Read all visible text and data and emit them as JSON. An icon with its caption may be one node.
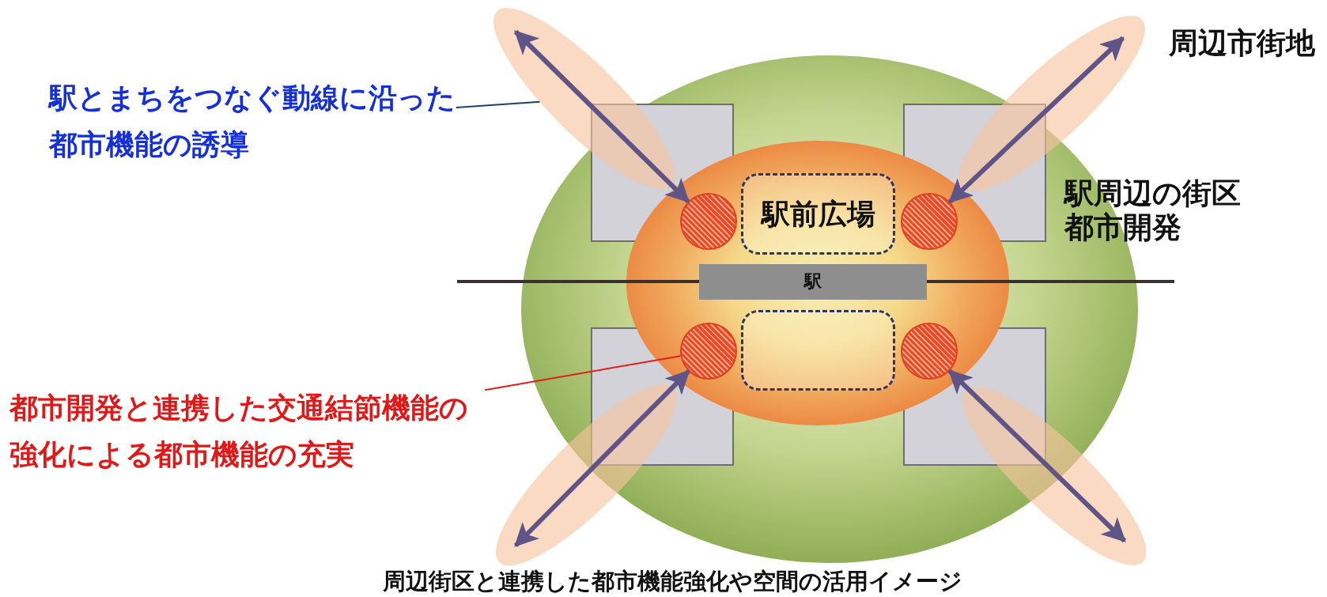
{
  "diagram": {
    "caption": "周辺街区と連携した都市機能強化や空間の活用イメージ",
    "nodes": [
      {
        "text": [
          "駅とまちをつなぐ動線に沿った都市機能の誘導"
        ]
      },
      {
        "text": [],
        "shape": "ellipse"
      },
      {
        "text": [],
        "shape": "ellipse"
      },
      {
        "text": [],
        "shape": "box"
      },
      {
        "text": [],
        "shape": "box"
      },
      {
        "text": [],
        "shape": "circle"
      },
      {
        "text": [],
        "shape": "circle"
      },
      {
        "text": [
          "駅前広場"
        ]
      },
      {
        "text": [
          "駅"
        ]
      },
      {
        "text": [],
        "shape": "box"
      },
      {
        "text": [],
        "shape": "box"
      },
      {
        "text": [],
        "shape": "box"
      },
      {
        "text": [],
        "shape": "circle"
      },
      {
        "text": [],
        "shape": "circle"
      },
      {
        "text": [],
        "shape": "ellipse"
      },
      {
        "text": [],
        "shape": "ellipse"
      },
      {
        "text": [
          "都市開発と連携した交通結節機能の強化による都市機能の充実"
        ]
      }
    ],
    "edges": [
      {
        "from": 1,
        "to": 5,
        "arrow": "both"
      },
      {
        "from": 2,
        "to": 6,
        "arrow": "both"
      },
      {
        "from": 14,
        "to": 12,
        "arrow": "both"
      },
      {
        "from": 15,
        "to": 13,
        "arrow": "both"
      },
      {
        "from": 0,
        "to": 1,
        "arrow": "none",
        "color": "#1f3f7a"
      },
      {
        "from": 16,
        "to": 12,
        "arrow": "none",
        "color": "#e02020"
      }
    ],
    "labels": [
      "周辺市街地",
      "駅周辺の街区都市開発"
    ]
  }
}
